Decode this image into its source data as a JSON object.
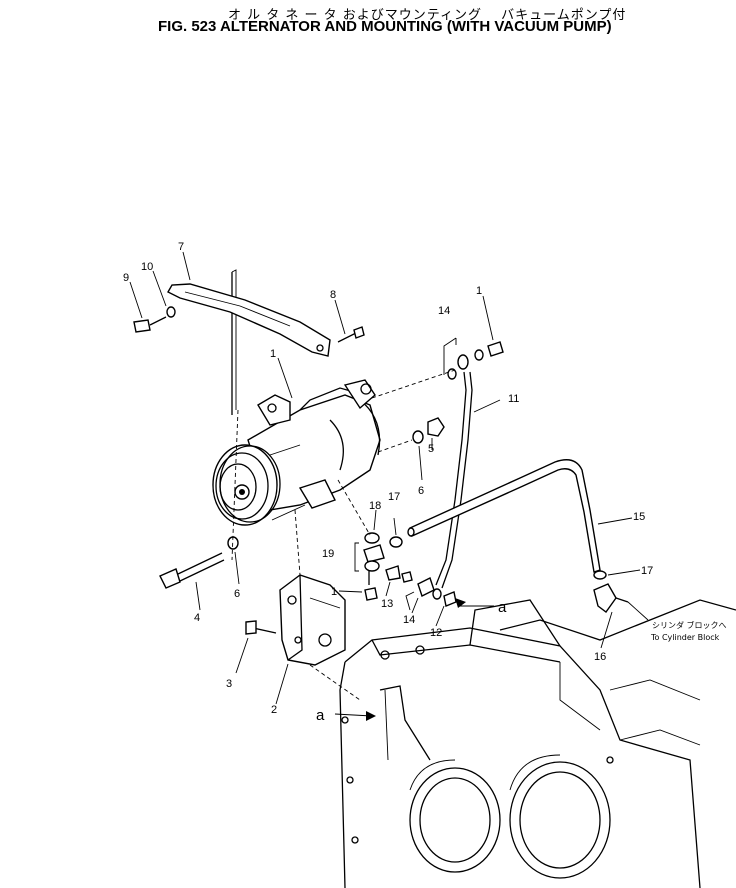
{
  "header": {
    "title_jp": "オ ル タ ネ ー タ およびマウンティング　 バキュームポンプ付",
    "title_en": "FIG. 523  ALTERNATOR AND MOUNTING (WITH VACUUM PUMP)"
  },
  "callouts": {
    "n1a": "1",
    "n1b": "1",
    "n1c": "1",
    "n2": "2",
    "n3": "3",
    "n4": "4",
    "n5": "5",
    "n6a": "6",
    "n6b": "6",
    "n7": "7",
    "n8": "8",
    "n9": "9",
    "n10": "10",
    "n11": "11",
    "n12": "12",
    "n13": "13",
    "n14a": "14",
    "n14b": "14",
    "n15": "15",
    "n16": "16",
    "n17a": "17",
    "n17b": "17",
    "n18": "18",
    "n19": "19",
    "a1": "a",
    "a2": "a"
  },
  "annotations": {
    "to_cyl_jp": "シリンダ ブロックへ",
    "to_cyl_en": "To Cylinder Block"
  }
}
